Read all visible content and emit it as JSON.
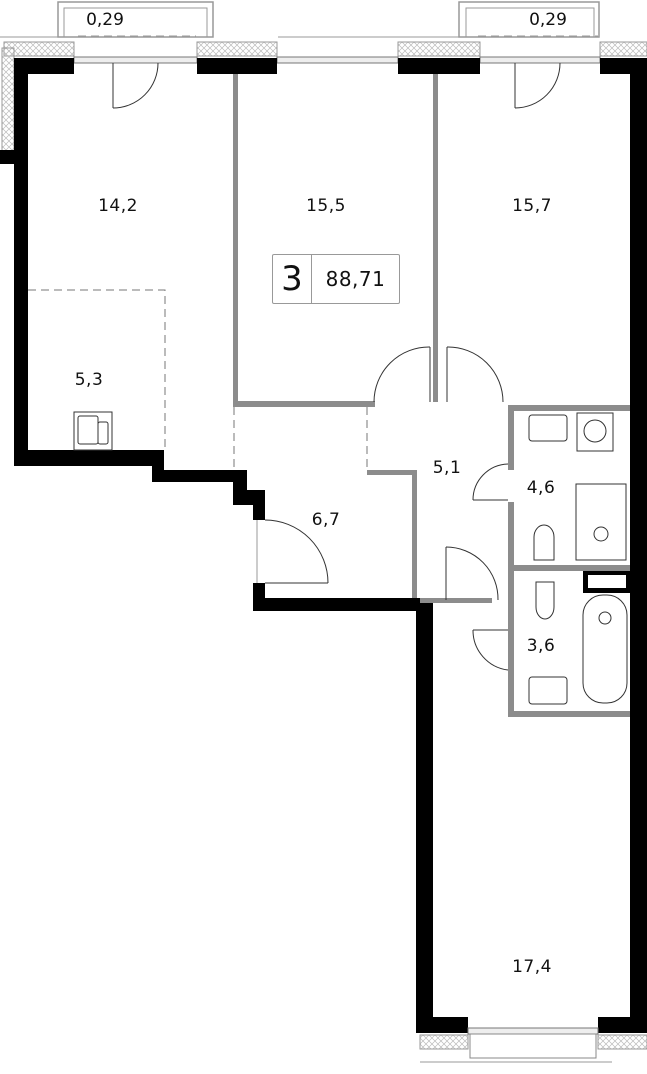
{
  "plan": {
    "rooms_count": "3",
    "total_area": "88,71",
    "balconies": [
      {
        "id": "balcony-left",
        "area": "0,29"
      },
      {
        "id": "balcony-right",
        "area": "0,29"
      }
    ],
    "rooms": [
      {
        "id": "bedroom-left",
        "area": "14,2"
      },
      {
        "id": "kitchen",
        "area": "5,3"
      },
      {
        "id": "bedroom-middle",
        "area": "15,5"
      },
      {
        "id": "bedroom-right",
        "area": "15,7"
      },
      {
        "id": "hall",
        "area": "5,1"
      },
      {
        "id": "bathroom-large",
        "area": "4,6"
      },
      {
        "id": "bathroom-small",
        "area": "3,6"
      },
      {
        "id": "entrance",
        "area": "6,7"
      },
      {
        "id": "living-room",
        "area": "17,4"
      }
    ],
    "colors": {
      "exterior_wall": "#000000",
      "interior_wall": "#8c8c8c",
      "fixtures": "#333333"
    }
  }
}
